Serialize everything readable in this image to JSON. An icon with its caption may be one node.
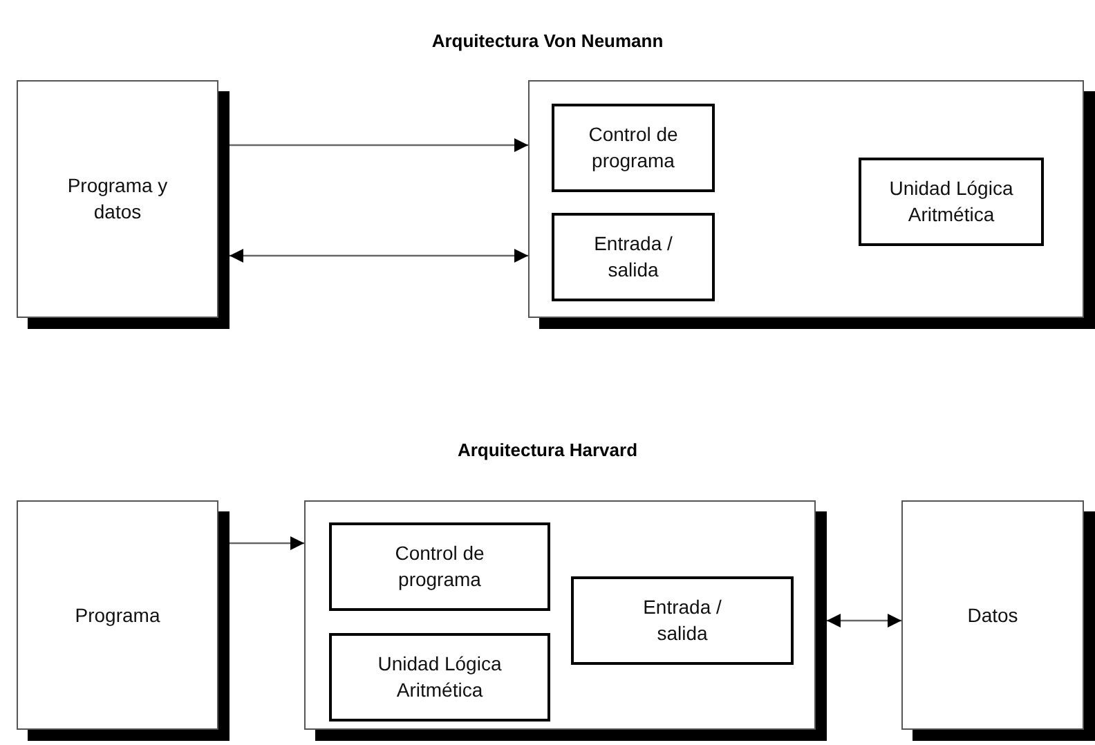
{
  "diagram": {
    "nodes": [
      {
        "text": [
          "Programa y datos"
        ]
      },
      {
        "text": [],
        "shape": "box"
      },
      {
        "text": [
          "Control de programa"
        ],
        "in": 1
      },
      {
        "text": [
          "Entrada / salida"
        ],
        "in": 1
      },
      {
        "text": [
          "Unidad Lógica Aritmética"
        ],
        "in": 1
      },
      {
        "text": [
          "Programa"
        ]
      },
      {
        "text": [],
        "shape": "box"
      },
      {
        "text": [
          "Control de programa"
        ],
        "in": 6
      },
      {
        "text": [
          "Unidad Lógica Aritmética"
        ],
        "in": 6
      },
      {
        "text": [
          "Entrada / salida"
        ],
        "in": 6
      },
      {
        "text": [
          "Datos"
        ]
      }
    ],
    "edges": [
      {
        "from": 0,
        "to": 1,
        "arrow": "to"
      },
      {
        "from": 0,
        "to": 1,
        "arrow": "both"
      },
      {
        "from": 5,
        "to": 6,
        "arrow": "to"
      },
      {
        "from": 6,
        "to": 10,
        "arrow": "both"
      }
    ],
    "labels": [
      "Arquitectura Von Neumann",
      "Arquitectura Harvard"
    ]
  }
}
